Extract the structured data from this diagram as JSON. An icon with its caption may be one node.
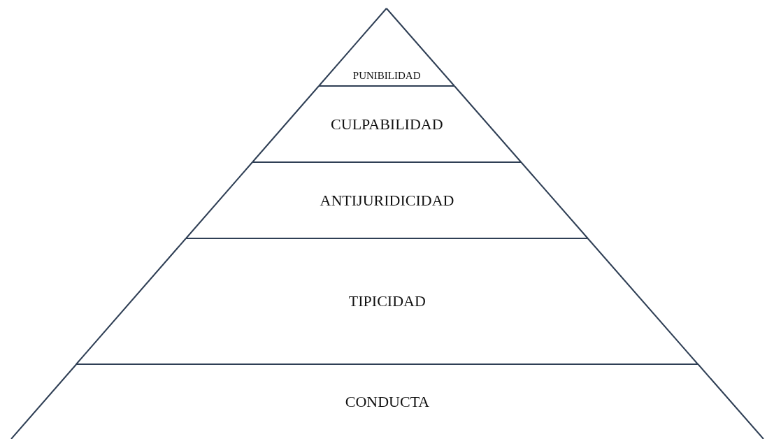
{
  "diagram": {
    "nodes": [
      {
        "text": [
          "PUNIBILIDAD"
        ]
      },
      {
        "text": [
          "CULPABILIDAD"
        ]
      },
      {
        "text": [
          "ANTIJURIDICIDAD"
        ]
      },
      {
        "text": [
          "TIPICIDAD"
        ]
      },
      {
        "text": [
          "CONDUCTA"
        ]
      }
    ]
  }
}
